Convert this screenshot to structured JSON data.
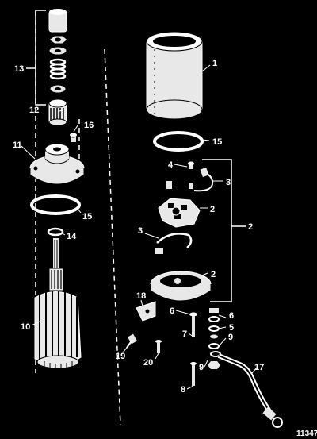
{
  "diagram": {
    "callouts": [
      {
        "id": "c1",
        "text": "1"
      },
      {
        "id": "c2a",
        "text": "2"
      },
      {
        "id": "c2b",
        "text": "2"
      },
      {
        "id": "c2c",
        "text": "2"
      },
      {
        "id": "c3a",
        "text": "3"
      },
      {
        "id": "c3b",
        "text": "3"
      },
      {
        "id": "c4",
        "text": "4"
      },
      {
        "id": "c5",
        "text": "5"
      },
      {
        "id": "c6a",
        "text": "6"
      },
      {
        "id": "c6b",
        "text": "6"
      },
      {
        "id": "c7",
        "text": "7"
      },
      {
        "id": "c8",
        "text": "8"
      },
      {
        "id": "c9a",
        "text": "9"
      },
      {
        "id": "c9b",
        "text": "9"
      },
      {
        "id": "c10",
        "text": "10"
      },
      {
        "id": "c11",
        "text": "11"
      },
      {
        "id": "c12",
        "text": "12"
      },
      {
        "id": "c13",
        "text": "13"
      },
      {
        "id": "c14",
        "text": "14"
      },
      {
        "id": "c15a",
        "text": "15"
      },
      {
        "id": "c15b",
        "text": "15"
      },
      {
        "id": "c16",
        "text": "16"
      },
      {
        "id": "c17",
        "text": "17"
      },
      {
        "id": "c18",
        "text": "18"
      },
      {
        "id": "c19",
        "text": "19"
      },
      {
        "id": "c20",
        "text": "20"
      }
    ],
    "figure_code": "11347",
    "colors": {
      "background": "#000000",
      "line": "#ffffff",
      "fill_light": "#e8e8e8",
      "fill_dark": "#111111"
    }
  }
}
